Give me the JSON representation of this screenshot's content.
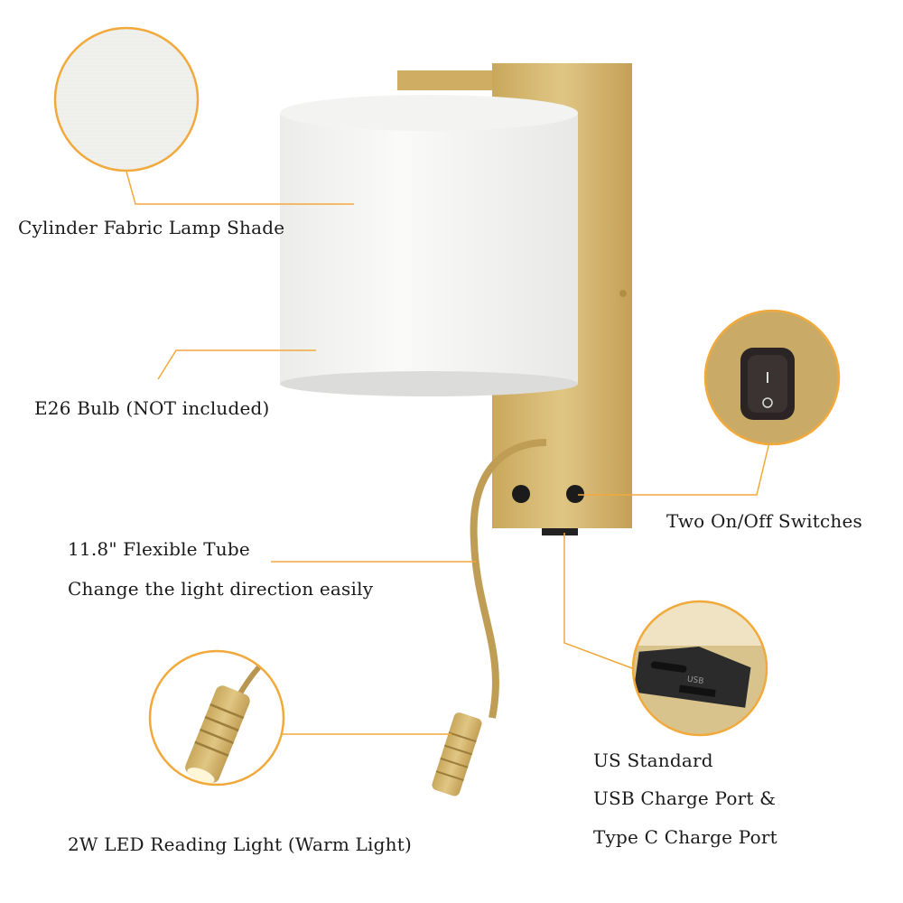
{
  "labels": {
    "shade": "Cylinder Fabric Lamp Shade",
    "bulb": "E26 Bulb (NOT included)",
    "switches": "Two On/Off Switches",
    "tube_title": "11.8\" Flexible Tube",
    "tube_desc": "Change the light direction easily",
    "usb_line1": "US Standard",
    "usb_line2": "USB Charge Port &",
    "usb_line3": "Type C Charge Port",
    "reading": "2W LED Reading Light (Warm Light)",
    "usb_port_text": "USB"
  },
  "colors": {
    "callout": "#f2a93b",
    "brass": "#d2b36b",
    "shade": "#f7f7f5"
  }
}
